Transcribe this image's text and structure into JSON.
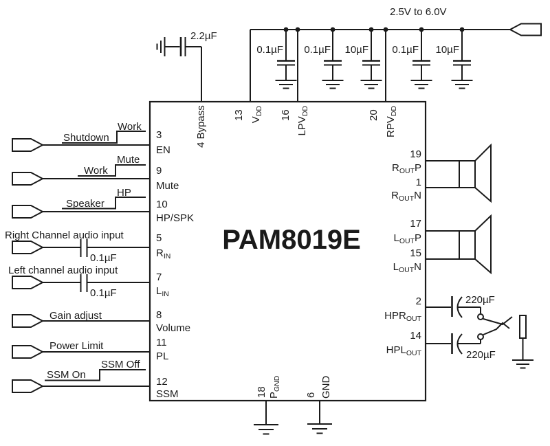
{
  "power": {
    "rail_label": "2.5V to 6.0V",
    "decoupling_caps": [
      "0.1µF",
      "0.1µF",
      "10µF",
      "0.1µF",
      "10µF"
    ],
    "bypass_cap_label": "2.2µF"
  },
  "ic": {
    "part_number": "PAM8019E",
    "top_pins": {
      "bypass": {
        "label": "4 Bypass"
      },
      "vdd": {
        "num": "13",
        "name": "V",
        "sub": "DD"
      },
      "lpvdd": {
        "num": "16",
        "name": "LPV",
        "sub": "DD"
      },
      "rpvdd": {
        "num": "20",
        "name": "RPV",
        "sub": "DD"
      }
    },
    "left_pins": {
      "en": {
        "num": "3",
        "name": "EN"
      },
      "mute": {
        "num": "9",
        "name": "Mute"
      },
      "hpspk": {
        "num": "10",
        "name": "HP/SPK"
      },
      "rin": {
        "num": "5",
        "name": "R",
        "sub": "IN"
      },
      "lin": {
        "num": "7",
        "name": "L",
        "sub": "IN"
      },
      "volume": {
        "num": "8",
        "name": "Volume"
      },
      "pl": {
        "num": "11",
        "name": "PL"
      },
      "ssm": {
        "num": "12",
        "name": "SSM"
      }
    },
    "right_pins": {
      "routp": {
        "num": "19",
        "name": "R",
        "sub": "OUT",
        "suffix": "P"
      },
      "routn": {
        "num": "1",
        "name": "R",
        "sub": "OUT",
        "suffix": "N"
      },
      "loutp": {
        "num": "17",
        "name": "L",
        "sub": "OUT",
        "suffix": "P"
      },
      "loutn": {
        "num": "15",
        "name": "L",
        "sub": "OUT",
        "suffix": "N"
      },
      "hprout": {
        "num": "2",
        "name": "HPR",
        "sub": "OUT",
        "suffix": ""
      },
      "hplout": {
        "num": "14",
        "name": "HPL",
        "sub": "OUT",
        "suffix": ""
      }
    },
    "bottom_pins": {
      "pgnd": {
        "num": "18",
        "name": "P",
        "sub": "GND"
      },
      "gnd": {
        "num": "6",
        "name": "GND"
      }
    }
  },
  "signals": {
    "en": {
      "low": "Shutdown",
      "high": "Work"
    },
    "mute": {
      "low": "Work",
      "high": "Mute"
    },
    "hpspk": {
      "low": "Speaker",
      "high": "HP"
    },
    "ssm": {
      "low": "SSM On",
      "high": "SSM Off"
    },
    "rin_label": "Right Channel audio input",
    "rin_cap": "0.1µF",
    "lin_label": "Left channel audio input",
    "lin_cap": "0.1µF",
    "volume_label": "Gain adjust",
    "pl_label": "Power Limit"
  },
  "headphone": {
    "hpr_cap": "220µF",
    "hpl_cap": "220µF"
  },
  "colors": {
    "line": "#1a1a1a",
    "background": "#ffffff"
  }
}
